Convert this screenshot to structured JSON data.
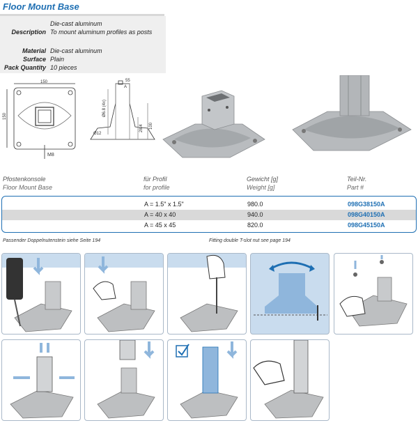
{
  "title": "Floor Mount Base",
  "specs": [
    {
      "label": "",
      "value": "Die-cast aluminum"
    },
    {
      "label": "Description",
      "value": "To mount aluminum profiles as posts"
    },
    {
      "label": "Material",
      "value": "Die-cast aluminum"
    },
    {
      "label": "Surface",
      "value": "Plain"
    },
    {
      "label": "Pack Quantity",
      "value": "10 pieces"
    }
  ],
  "drawing": {
    "width": "150",
    "height": "150",
    "hole_dia": "Ø12",
    "screw": "M8",
    "tube_dia": "Ø6.8 (4x)",
    "dim_a": "55",
    "dim_b": "A",
    "dim_c": "28.4",
    "dim_d": "100"
  },
  "table": {
    "headers": {
      "col1_de": "Pfostenkonsole",
      "col1_en": "Floor Mount Base",
      "col2_de": "für Profil",
      "col2_en": "for profile",
      "col3_de": "Gewicht [g]",
      "col3_en": "Weight [g]",
      "col4_de": "Teil-Nr.",
      "col4_en": "Part #"
    },
    "rows": [
      {
        "profile": "A = 1.5\" x 1.5\"",
        "weight": "980.0",
        "part": "098G38150A"
      },
      {
        "profile": "A = 40 x 40",
        "weight": "940.0",
        "part": "098G40150A"
      },
      {
        "profile": "A = 45 x 45",
        "weight": "820.0",
        "part": "098G45150A"
      }
    ]
  },
  "notes": {
    "de": "Passender Doppelnutenstein siehe Seite 194",
    "en": "Fitting double T-slot nut see page 194"
  },
  "colors": {
    "accent": "#1e6fb3",
    "highlight_row": "#d9d9d9",
    "step_bg": "#c9dcee",
    "arrow": "#8fb6dc"
  }
}
